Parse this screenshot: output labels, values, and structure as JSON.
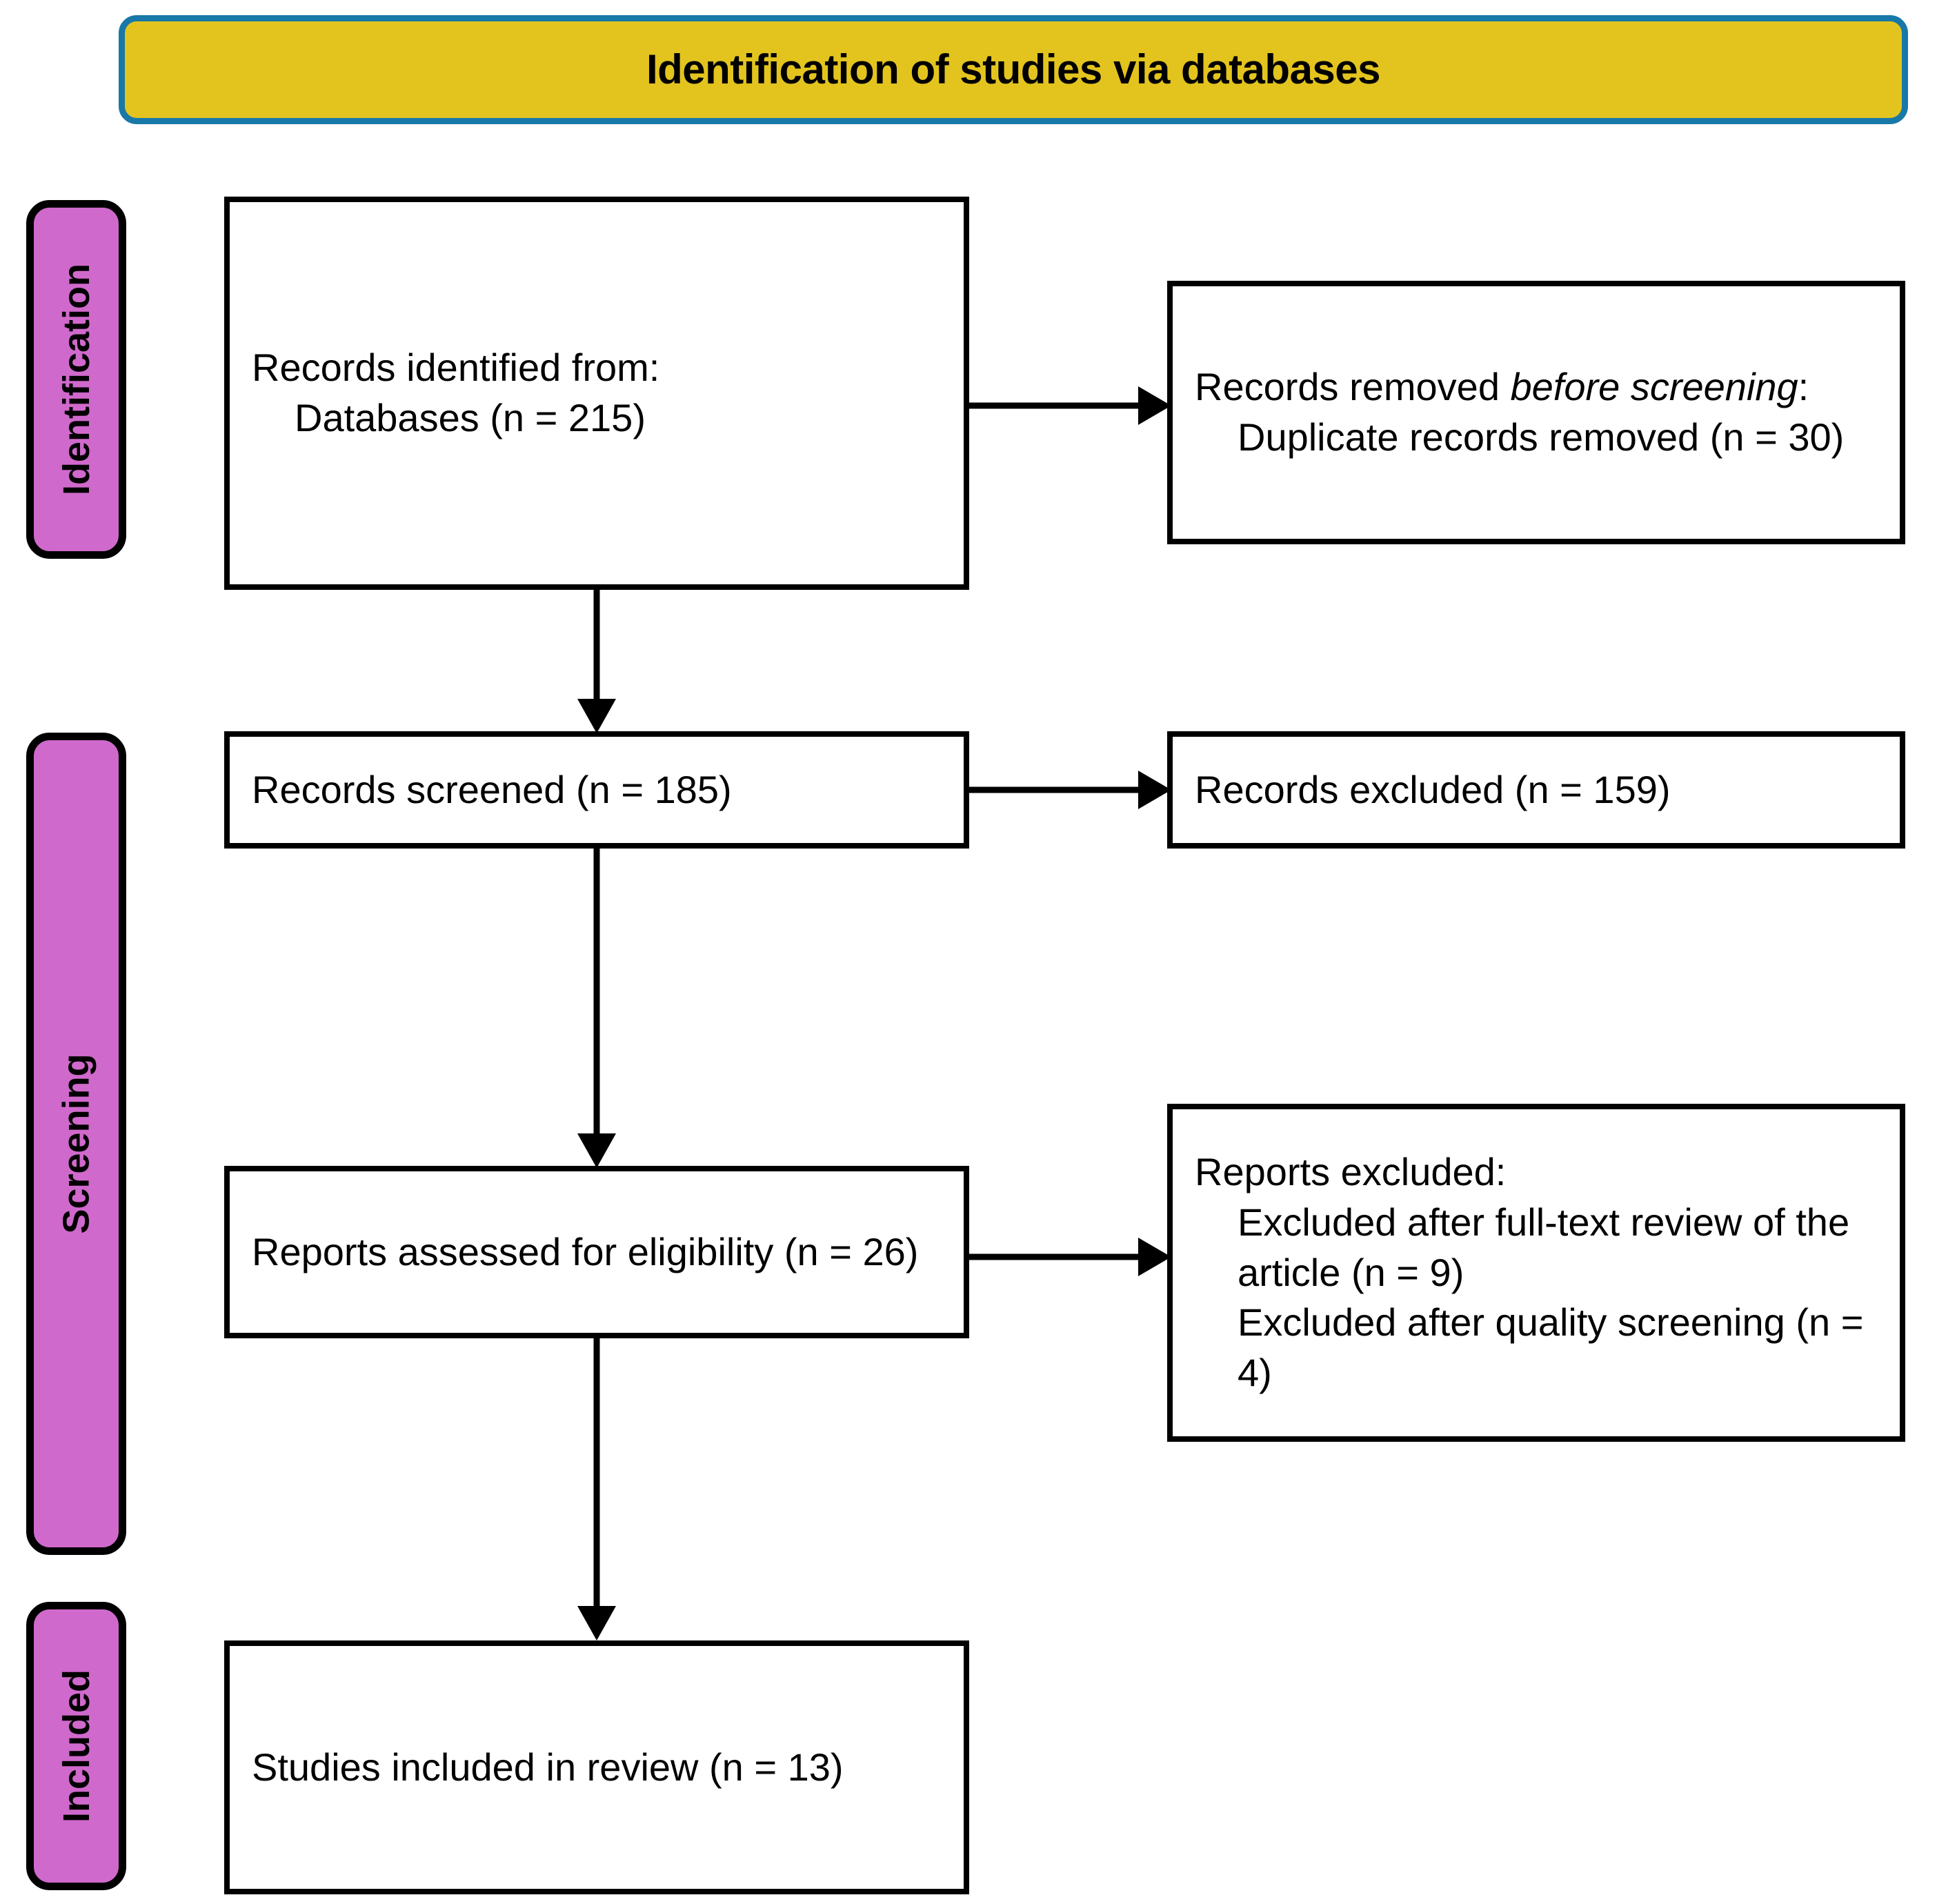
{
  "banner": {
    "title": "Identification of studies via databases",
    "fill_color": "#E3C41E",
    "border_color": "#1878A8"
  },
  "stages": {
    "pill_color": "#D069CC",
    "pill_border_color": "#000000",
    "items": [
      {
        "id": "identification",
        "label": "Identification"
      },
      {
        "id": "screening",
        "label": "Screening"
      },
      {
        "id": "included",
        "label": "Included"
      }
    ]
  },
  "boxes": {
    "identified": {
      "line1": "Records identified from:",
      "line2": "Databases (n = 215)"
    },
    "removed": {
      "line1_prefix": "Records removed ",
      "line1_italic": "before screening",
      "line1_suffix": ":",
      "line2": "Duplicate records removed (n = 30)"
    },
    "screened": {
      "line1": "Records screened (n = 185)"
    },
    "records_excluded": {
      "line1": "Records excluded (n = 159)"
    },
    "eligibility": {
      "line1": "Reports assessed for eligibility (n = 26)"
    },
    "reports_excluded": {
      "line1": "Reports excluded:",
      "line2": "Excluded after full-text review of the article (n = 9)",
      "line3": "Excluded after quality screening (n = 4)"
    },
    "included": {
      "line1": "Studies included in review (n = 13)"
    }
  },
  "connectors": [
    {
      "id": "identified-to-removed",
      "type": "horizontal-arrow",
      "from": "box-identified",
      "to": "box-removed"
    },
    {
      "id": "identified-to-screened",
      "type": "vertical-arrow",
      "from": "box-identified",
      "to": "box-screened"
    },
    {
      "id": "screened-to-records-excluded",
      "type": "horizontal-arrow",
      "from": "box-screened",
      "to": "box-records-excluded"
    },
    {
      "id": "screened-to-eligibility",
      "type": "vertical-arrow",
      "from": "box-screened",
      "to": "box-eligibility"
    },
    {
      "id": "eligibility-to-reports-excluded",
      "type": "horizontal-arrow",
      "from": "box-eligibility",
      "to": "box-reports-excluded"
    },
    {
      "id": "eligibility-to-included",
      "type": "vertical-arrow",
      "from": "box-eligibility",
      "to": "box-included"
    }
  ],
  "chart_data": {
    "type": "diagram",
    "title": "Identification of studies via databases",
    "diagram_kind": "PRISMA 2020 flow diagram",
    "nodes": [
      {
        "stage": "Identification",
        "label": "Records identified from: Databases",
        "n": 215
      },
      {
        "stage": "Identification",
        "label": "Records removed before screening: Duplicate records removed",
        "n": 30
      },
      {
        "stage": "Screening",
        "label": "Records screened",
        "n": 185
      },
      {
        "stage": "Screening",
        "label": "Records excluded",
        "n": 159
      },
      {
        "stage": "Screening",
        "label": "Reports assessed for eligibility",
        "n": 26
      },
      {
        "stage": "Screening",
        "label": "Reports excluded: Excluded after full-text review of the article",
        "n": 9
      },
      {
        "stage": "Screening",
        "label": "Reports excluded: Excluded after quality screening",
        "n": 4
      },
      {
        "stage": "Included",
        "label": "Studies included in review",
        "n": 13
      }
    ]
  }
}
